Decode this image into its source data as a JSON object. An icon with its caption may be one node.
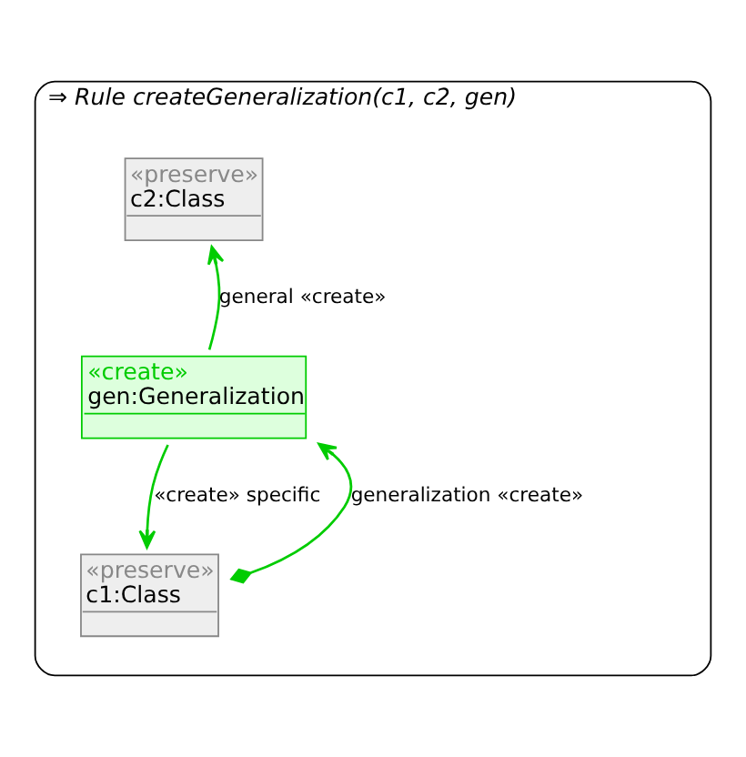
{
  "diagram": {
    "nodes": [
      {
        "text": [
          "⇒ Rule createGeneralization(c1, c2, gen)"
        ]
      },
      {
        "text": [
          "«preserve»",
          "c2:Class"
        ],
        "in": 0
      },
      {
        "text": [
          "«create»",
          "gen:Generalization"
        ],
        "in": 0
      },
      {
        "text": [
          "«preserve»",
          "c1:Class"
        ],
        "in": 0
      }
    ],
    "edges": [
      {
        "from": 2,
        "to": 1,
        "arrow": "to",
        "label": "general «create»"
      },
      {
        "from": 3,
        "to": 2,
        "arrow": "to",
        "label": "generalization «create»"
      },
      {
        "from": 2,
        "to": 3,
        "arrow": "to",
        "label": "«create» specific"
      }
    ]
  }
}
